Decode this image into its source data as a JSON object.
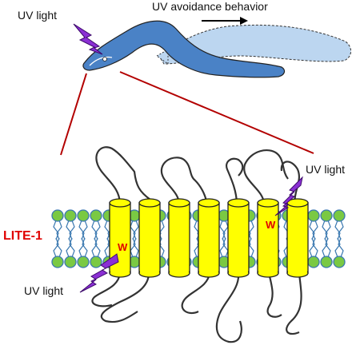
{
  "labels": {
    "uv_top_left": "UV light",
    "avoidance": "UV avoidance behavior",
    "uv_right": "UV light",
    "uv_bottom": "UV light",
    "protein": "LITE-1",
    "residue": "W"
  },
  "colors": {
    "worm": "#4a82c6",
    "worm_ghost": "#bcd6f0",
    "helix": "#ffff00",
    "lipid_head": "#7ac943",
    "lipid_tail": "#3a78b0",
    "bolt": "#8b2fd4",
    "zoom_line": "#b30000",
    "accent_red": "#e00000"
  },
  "icons": [
    "lightning-bolt-icon",
    "arrow-right-icon",
    "worm-icon"
  ]
}
